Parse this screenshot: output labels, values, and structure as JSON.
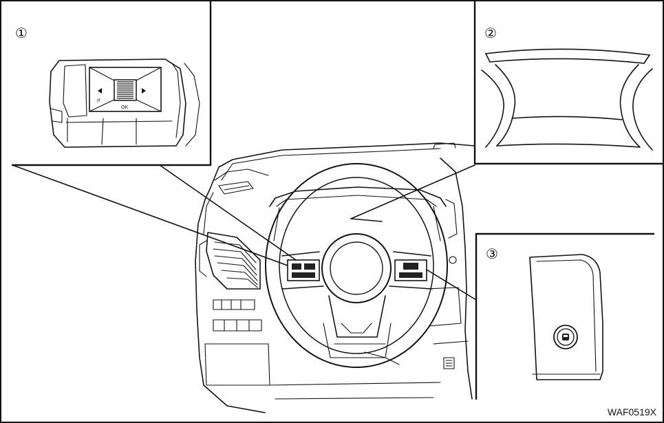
{
  "callouts": [
    {
      "number": "①",
      "part": "steering-switch"
    },
    {
      "number": "②",
      "part": "meter-display"
    },
    {
      "number": "③",
      "part": "start-button"
    }
  ],
  "figure_code": "WAF0519X",
  "switch_text": {
    "ok": "OK",
    "back": "↺"
  }
}
